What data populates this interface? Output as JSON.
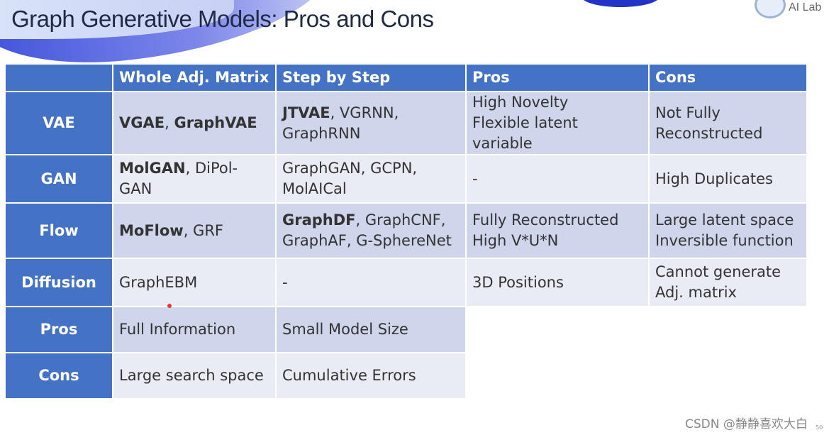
{
  "title": "Graph Generative Models: Pros and Cons",
  "logo_text": "AI Lab",
  "watermark": "CSDN @静静喜欢大白",
  "page_number": "50",
  "header": [
    "",
    "Whole Adj. Matrix",
    "Step by Step",
    "Pros",
    "Cons"
  ],
  "rows": [
    {
      "label": "VAE",
      "h": 66,
      "cells": [
        [
          [
            {
              "t": "VGAE",
              "b": true
            },
            {
              "t": ", "
            },
            {
              "t": "GraphVAE",
              "b": true
            }
          ]
        ],
        [
          [
            {
              "t": "JTVAE",
              "b": true
            },
            {
              "t": ", VGRNN,"
            }
          ],
          [
            {
              "t": "GraphRNN"
            }
          ]
        ],
        [
          [
            {
              "t": "High Novelty"
            }
          ],
          [
            {
              "t": "Flexible latent variable"
            }
          ]
        ],
        [
          [
            {
              "t": "Not Fully"
            }
          ],
          [
            {
              "t": "Reconstructed"
            }
          ]
        ]
      ]
    },
    {
      "label": "GAN",
      "h": 66,
      "cells": [
        [
          [
            {
              "t": "MolGAN",
              "b": true
            },
            {
              "t": ", DiPol-"
            }
          ],
          [
            {
              "t": "GAN"
            }
          ]
        ],
        [
          [
            {
              "t": "GraphGAN, GCPN,"
            }
          ],
          [
            {
              "t": "MolAICal"
            }
          ]
        ],
        [
          [
            {
              "t": "-"
            }
          ]
        ],
        [
          [
            {
              "t": "High Duplicates"
            }
          ]
        ]
      ]
    },
    {
      "label": "Flow",
      "h": 76,
      "cells": [
        [
          [
            {
              "t": "MoFlow",
              "b": true
            },
            {
              "t": ", GRF"
            }
          ]
        ],
        [
          [
            {
              "t": "GraphDF",
              "b": true
            },
            {
              "t": ", GraphCNF,"
            }
          ],
          [
            {
              "t": "GraphAF, G-SphereNet"
            }
          ]
        ],
        [
          [
            {
              "t": "Fully Reconstructed"
            }
          ],
          [
            {
              "t": "High V*U*N"
            }
          ]
        ],
        [
          [
            {
              "t": "Large latent space"
            }
          ],
          [
            {
              "t": "Inversible function"
            }
          ]
        ]
      ]
    },
    {
      "label": "Diffusion",
      "h": 66,
      "cells": [
        [
          [
            {
              "t": "GraphEBM"
            }
          ]
        ],
        [
          [
            {
              "t": "-"
            }
          ]
        ],
        [
          [
            {
              "t": "3D Positions"
            }
          ]
        ],
        [
          [
            {
              "t": "Cannot generate"
            }
          ],
          [
            {
              "t": "Adj. matrix"
            }
          ]
        ]
      ]
    },
    {
      "label": "Pros",
      "h": 63,
      "cells": [
        [
          [
            {
              "t": "Full Information"
            }
          ]
        ],
        [
          [
            {
              "t": "Small Model Size"
            }
          ]
        ]
      ]
    },
    {
      "label": "Cons",
      "h": 63,
      "cells": [
        [
          [
            {
              "t": "Large search space"
            }
          ]
        ],
        [
          [
            {
              "t": "Cumulative Errors"
            }
          ]
        ]
      ]
    }
  ]
}
